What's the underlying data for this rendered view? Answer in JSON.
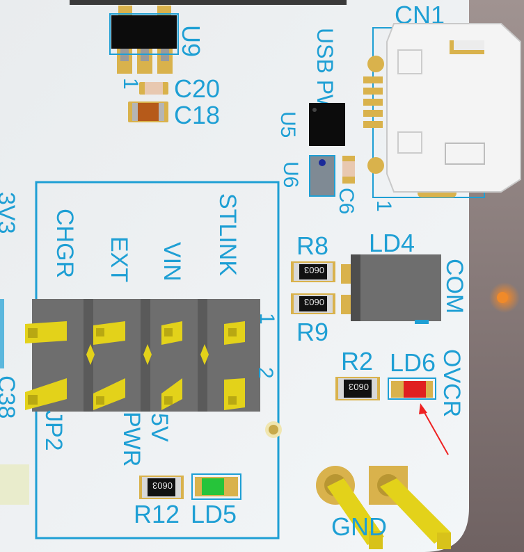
{
  "board": {
    "colors": {
      "pcb": "#eceff0",
      "silkscreen": "#1e9fd4",
      "pad_gold": "#d9b24c",
      "header_body": "#6e6e6e",
      "header_pin": "#e3d21a",
      "led_green": "#26c43a",
      "led_red": "#e02020",
      "connector": "#f4f4f4",
      "background_right": "#8a7a7a",
      "arrow": "#ee2222"
    },
    "labels": {
      "cn1": "CN1",
      "usb_pwr": "USB PWR",
      "u9": "U9",
      "u9_pin1": "1",
      "c20": "C20",
      "c18": "C18",
      "u5": "U5",
      "u6": "U6",
      "c6": "C6",
      "cn1_pin1": "1",
      "r8": "R8",
      "ld4": "LD4",
      "com": "COM",
      "r9": "R9",
      "r2": "R2",
      "ld6": "LD6",
      "ovcr": "OVCR",
      "jp_stlink": "STLINK",
      "jp_vin": "VIN",
      "jp_ext": "EXT",
      "jp_chgr": "CHGR",
      "pin_1": "1",
      "pin_2": "2",
      "jp2": "JP2",
      "e5v": "5V",
      "pwr": "PWR",
      "r12": "R12",
      "ld5": "LD5",
      "gnd": "GND",
      "3v3": "3V3",
      "c38": "C38"
    },
    "resistor_code": "0603"
  }
}
